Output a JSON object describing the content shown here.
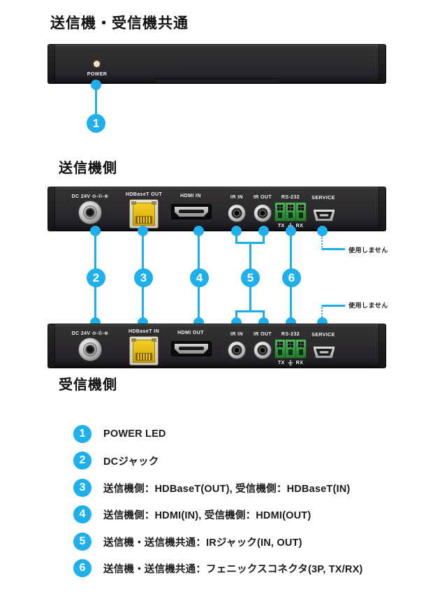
{
  "accent": "#1FB0EB",
  "titles": {
    "common": "送信機・受信機共通",
    "transmitter": "送信機側",
    "receiver": "受信機側"
  },
  "front_panel": {
    "power_label": "POWER"
  },
  "callout_numbers": {
    "n1": "1",
    "n2": "2",
    "n3": "3",
    "n4": "4",
    "n5": "5",
    "n6": "6"
  },
  "annotations": {
    "not_used_top": "使用しません",
    "not_used_bottom": "使用しません"
  },
  "tx_panel": {
    "dc_label": "DC 24V ⊖-©-⊕",
    "hdbaset_label": "HDBaseT OUT",
    "hdmi_label": "HDMI IN",
    "ir_in_label": "IR IN",
    "ir_out_label": "IR OUT",
    "rs232_label": "RS-232",
    "tx_label": "TX",
    "rx_label": "RX",
    "service_label": "SERVICE"
  },
  "rx_panel": {
    "dc_label": "DC 24V ⊖-©-⊕",
    "hdbaset_label": "HDBaseT IN",
    "hdmi_label": "HDMI OUT",
    "ir_in_label": "IR IN",
    "ir_out_label": "IR OUT",
    "rs232_label": "RS-232",
    "tx_label": "TX",
    "rx_label": "RX",
    "service_label": "SERVICE"
  },
  "legend": {
    "items": [
      {
        "num": "1",
        "text": "POWER LED"
      },
      {
        "num": "2",
        "text": "DCジャック"
      },
      {
        "num": "3",
        "text": "送信機側：HDBaseT(OUT), 受信機側：HDBaseT(IN)"
      },
      {
        "num": "4",
        "text": "送信機側：HDMI(IN), 受信機側：HDMI(OUT)"
      },
      {
        "num": "5",
        "text": "送信機・送信機共通：IRジャック(IN, OUT)"
      },
      {
        "num": "6",
        "text": "送信機・送信機共通：フェニックスコネクタ(3P, TX/RX)"
      }
    ]
  }
}
